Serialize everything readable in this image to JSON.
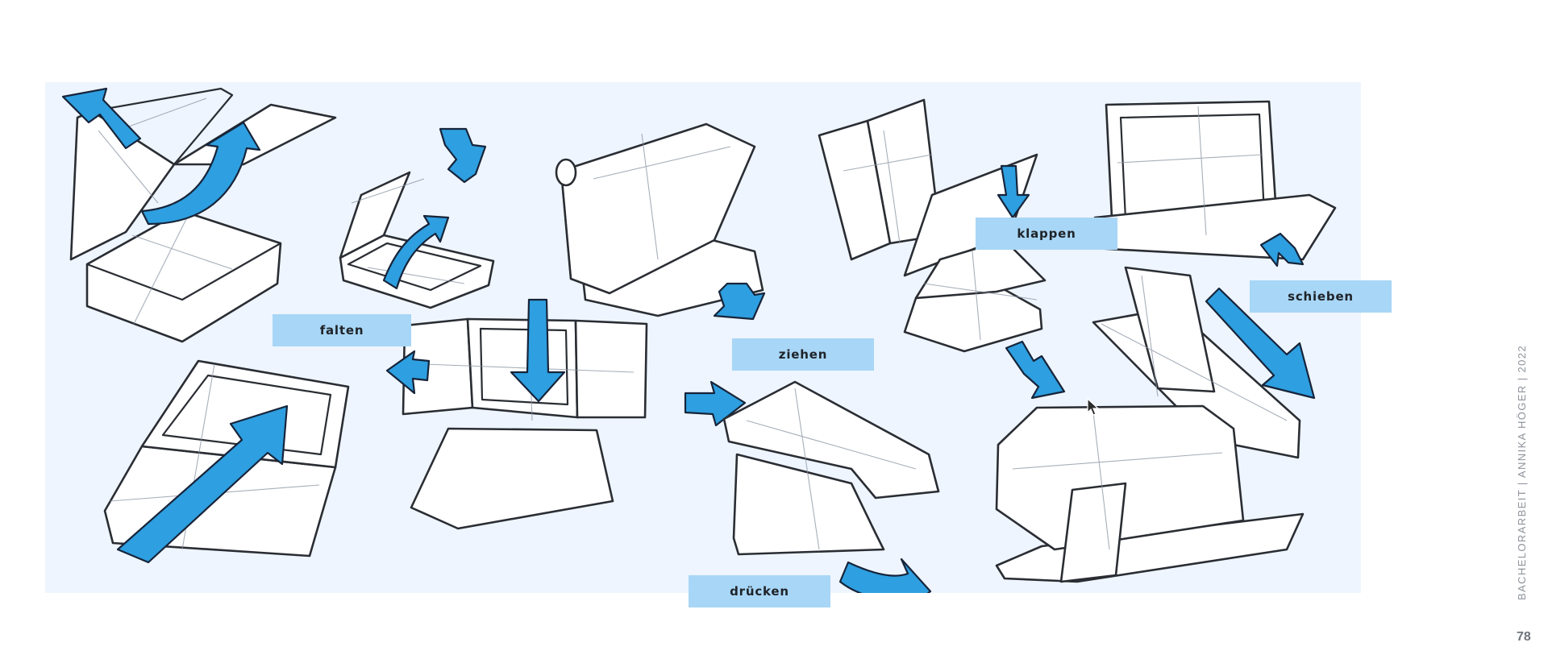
{
  "sketch_board": {
    "labels": {
      "falten": "falten",
      "klappen": "klappen",
      "schieben": "schieben",
      "ziehen": "ziehen",
      "druecken": "drücken"
    }
  },
  "footer": {
    "credit": "BACHELORARBEIT | ANNIKA HÖGER | 2022",
    "page_number": "78"
  },
  "colors": {
    "panel_background": "#eef5fe",
    "arrow_blue": "#2e9fe0",
    "label_background": "#a8d6f6",
    "line_color": "#2a2d33"
  },
  "icons": {
    "cursor": "mouse-pointer-icon"
  }
}
